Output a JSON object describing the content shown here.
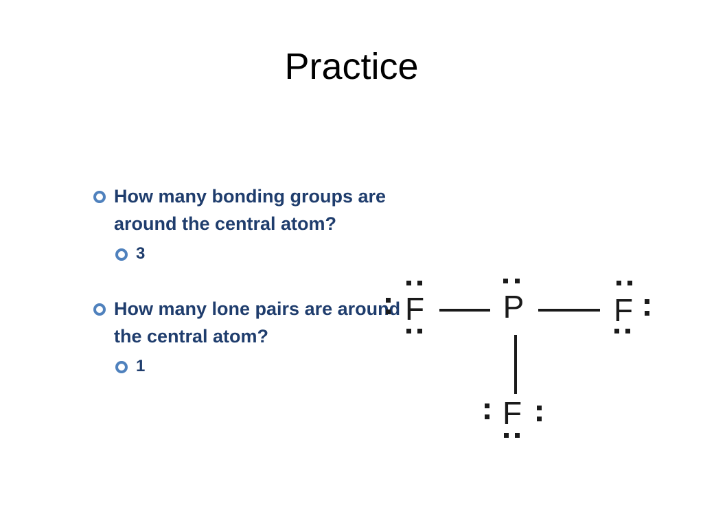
{
  "slide": {
    "title": "Practice",
    "questions": [
      {
        "question": "How many bonding groups are around the central atom?",
        "answer": "3"
      },
      {
        "question": "How many lone pairs are around the central atom?",
        "answer": "1"
      }
    ]
  },
  "diagram": {
    "atoms": {
      "central": "P",
      "left": "F",
      "right": "F",
      "bottom": "F"
    },
    "colors": {
      "bullet": "#4f81bd",
      "text": "#1f3d6d",
      "ink": "#1a1a1a"
    }
  }
}
